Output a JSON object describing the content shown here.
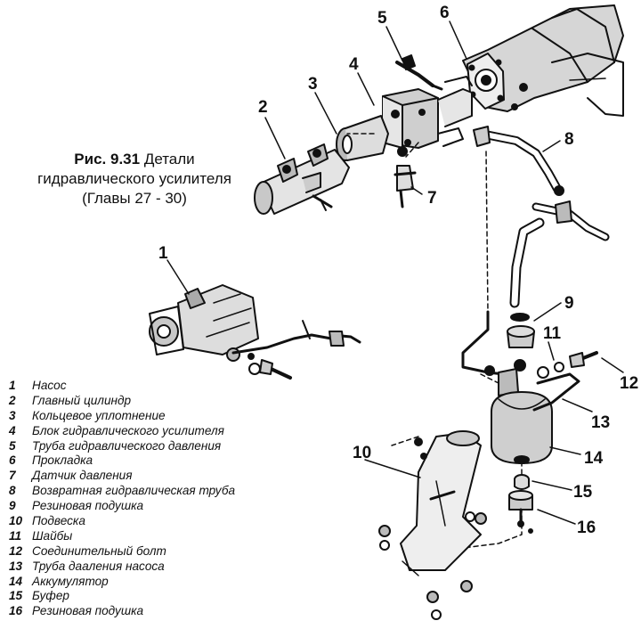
{
  "figure": {
    "number": "Рис. 9.31",
    "title_line1": "Детали",
    "title_line2": "гидравлического усилителя",
    "title_line3": "(Главы 27 - 30)"
  },
  "legend": [
    {
      "num": "1",
      "text": "Насос"
    },
    {
      "num": "2",
      "text": "Главный цилиндр"
    },
    {
      "num": "3",
      "text": "Кольцевое уплотнение"
    },
    {
      "num": "4",
      "text": "Блок гидравлического усилителя"
    },
    {
      "num": "5",
      "text": "Труба гидравлического давления"
    },
    {
      "num": "6",
      "text": "Прокладка"
    },
    {
      "num": "7",
      "text": "Датчик давления"
    },
    {
      "num": "8",
      "text": "Возвратная гидравлическая труба"
    },
    {
      "num": "9",
      "text": "Резиновая подушка"
    },
    {
      "num": "10",
      "text": "Подвеска"
    },
    {
      "num": "11",
      "text": "Шайбы"
    },
    {
      "num": "12",
      "text": "Соединительный болт"
    },
    {
      "num": "13",
      "text": "Труба даaления насоса"
    },
    {
      "num": "14",
      "text": "Аккумулятор"
    },
    {
      "num": "15",
      "text": "Буфер"
    },
    {
      "num": "16",
      "text": "Резиновая подушка"
    }
  ],
  "callouts": [
    "1",
    "2",
    "3",
    "4",
    "5",
    "6",
    "7",
    "8",
    "9",
    "10",
    "11",
    "12",
    "13",
    "14",
    "15",
    "16"
  ]
}
